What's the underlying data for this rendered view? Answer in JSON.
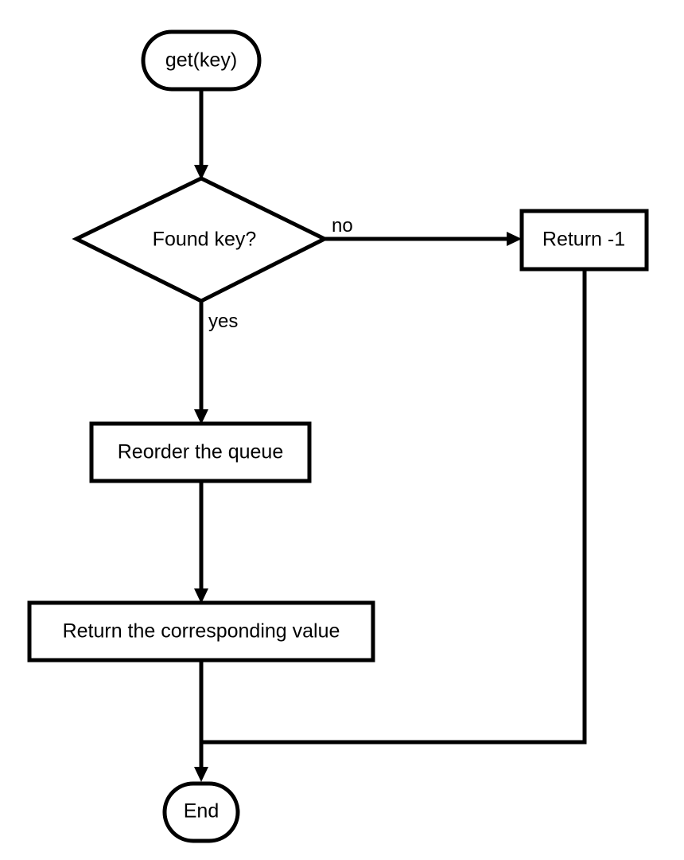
{
  "nodes": {
    "start": {
      "label": "get(key)",
      "kind": "terminator"
    },
    "decision": {
      "label": "Found key?",
      "kind": "decision"
    },
    "return_neg": {
      "label": "Return -1",
      "kind": "process"
    },
    "reorder": {
      "label": "Reorder the queue",
      "kind": "process"
    },
    "return_value": {
      "label": "Return the corresponding value",
      "kind": "process"
    },
    "end": {
      "label": "End",
      "kind": "terminator"
    }
  },
  "edges": {
    "no_label": "no",
    "yes_label": "yes"
  },
  "colors": {
    "stroke": "#000000",
    "fill": "#ffffff"
  }
}
